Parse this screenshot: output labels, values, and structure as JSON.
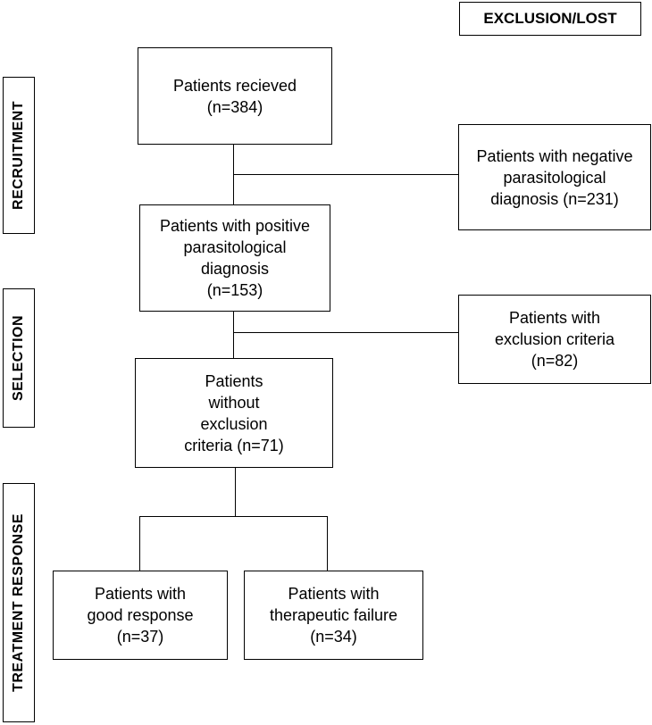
{
  "header": {
    "exclusion_label": "EXCLUSION/LOST"
  },
  "stages": {
    "recruitment": "RECRUITMENT",
    "selection": "SELECTION",
    "treatment_response": "TREATMENT RESPONSE"
  },
  "nodes": {
    "received": {
      "line1": "Patients recieved",
      "line2": "(n=384)"
    },
    "negative": {
      "line1": "Patients with negative",
      "line2": "parasitological",
      "line3": "diagnosis (n=231)"
    },
    "positive": {
      "line1": "Patients with positive",
      "line2": "parasitological",
      "line3": "diagnosis",
      "line4": "(n=153)"
    },
    "exclusion": {
      "line1": "Patients with",
      "line2": "exclusion criteria",
      "line3": "(n=82)"
    },
    "without_exclusion": {
      "line1": "Patients",
      "line2": "without",
      "line3": "exclusion",
      "line4": "criteria (n=71)"
    },
    "good_response": {
      "line1": "Patients with",
      "line2": "good response",
      "line3": "(n=37)"
    },
    "failure": {
      "line1": "Patients with",
      "line2": "therapeutic failure",
      "line3": "(n=34)"
    }
  }
}
